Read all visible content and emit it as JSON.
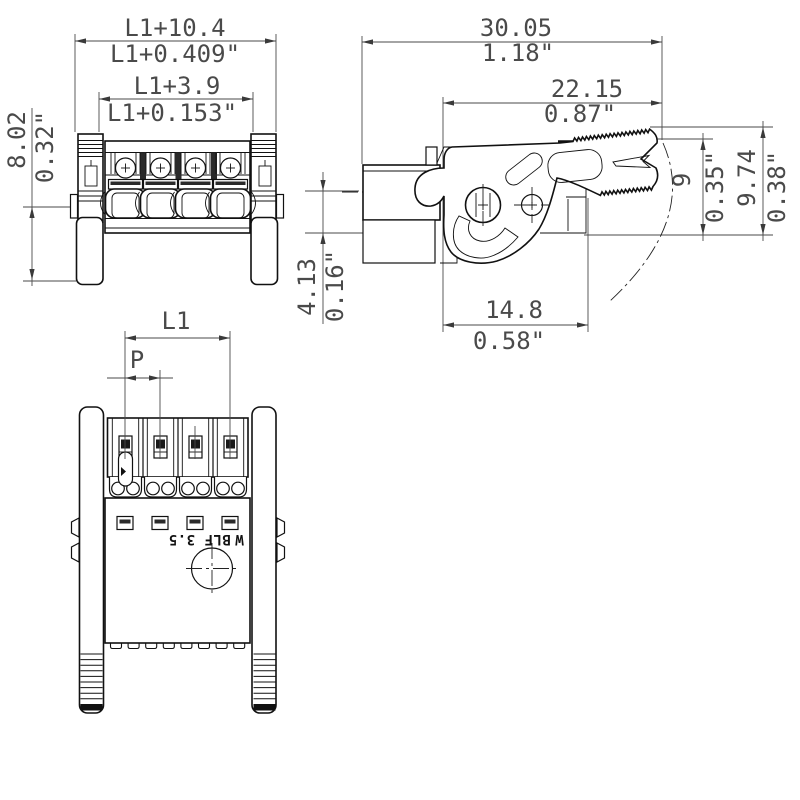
{
  "drawing": {
    "product_label": "BLF 3.5",
    "logo_glyph": "W",
    "line_color": "#111111",
    "dim_text_color": "#4a4a4a",
    "views": {
      "front": {
        "dims": {
          "total_width": {
            "metric": "L1+10.4",
            "inch": "L1+0.409\""
          },
          "body_width": {
            "metric": "L1+3.9",
            "inch": "L1+0.153\""
          },
          "flange_height": {
            "metric": "8.02",
            "inch": "0.32\""
          }
        }
      },
      "side": {
        "dims": {
          "total_length": {
            "metric": "30.05",
            "inch": "1.18\""
          },
          "lever_length": {
            "metric": "22.15",
            "inch": "0.87\""
          },
          "height_a": {
            "metric": "9",
            "inch": "0.35\""
          },
          "height_b": {
            "metric": "9.74",
            "inch": "0.38\""
          },
          "offset": {
            "metric": "4.13",
            "inch": "0.16\""
          },
          "lever_width": {
            "metric": "14.8",
            "inch": "0.58\""
          }
        }
      },
      "bottom": {
        "dims": {
          "pin_span": {
            "metric": "L1"
          },
          "pitch": {
            "metric": "P"
          }
        }
      }
    }
  }
}
